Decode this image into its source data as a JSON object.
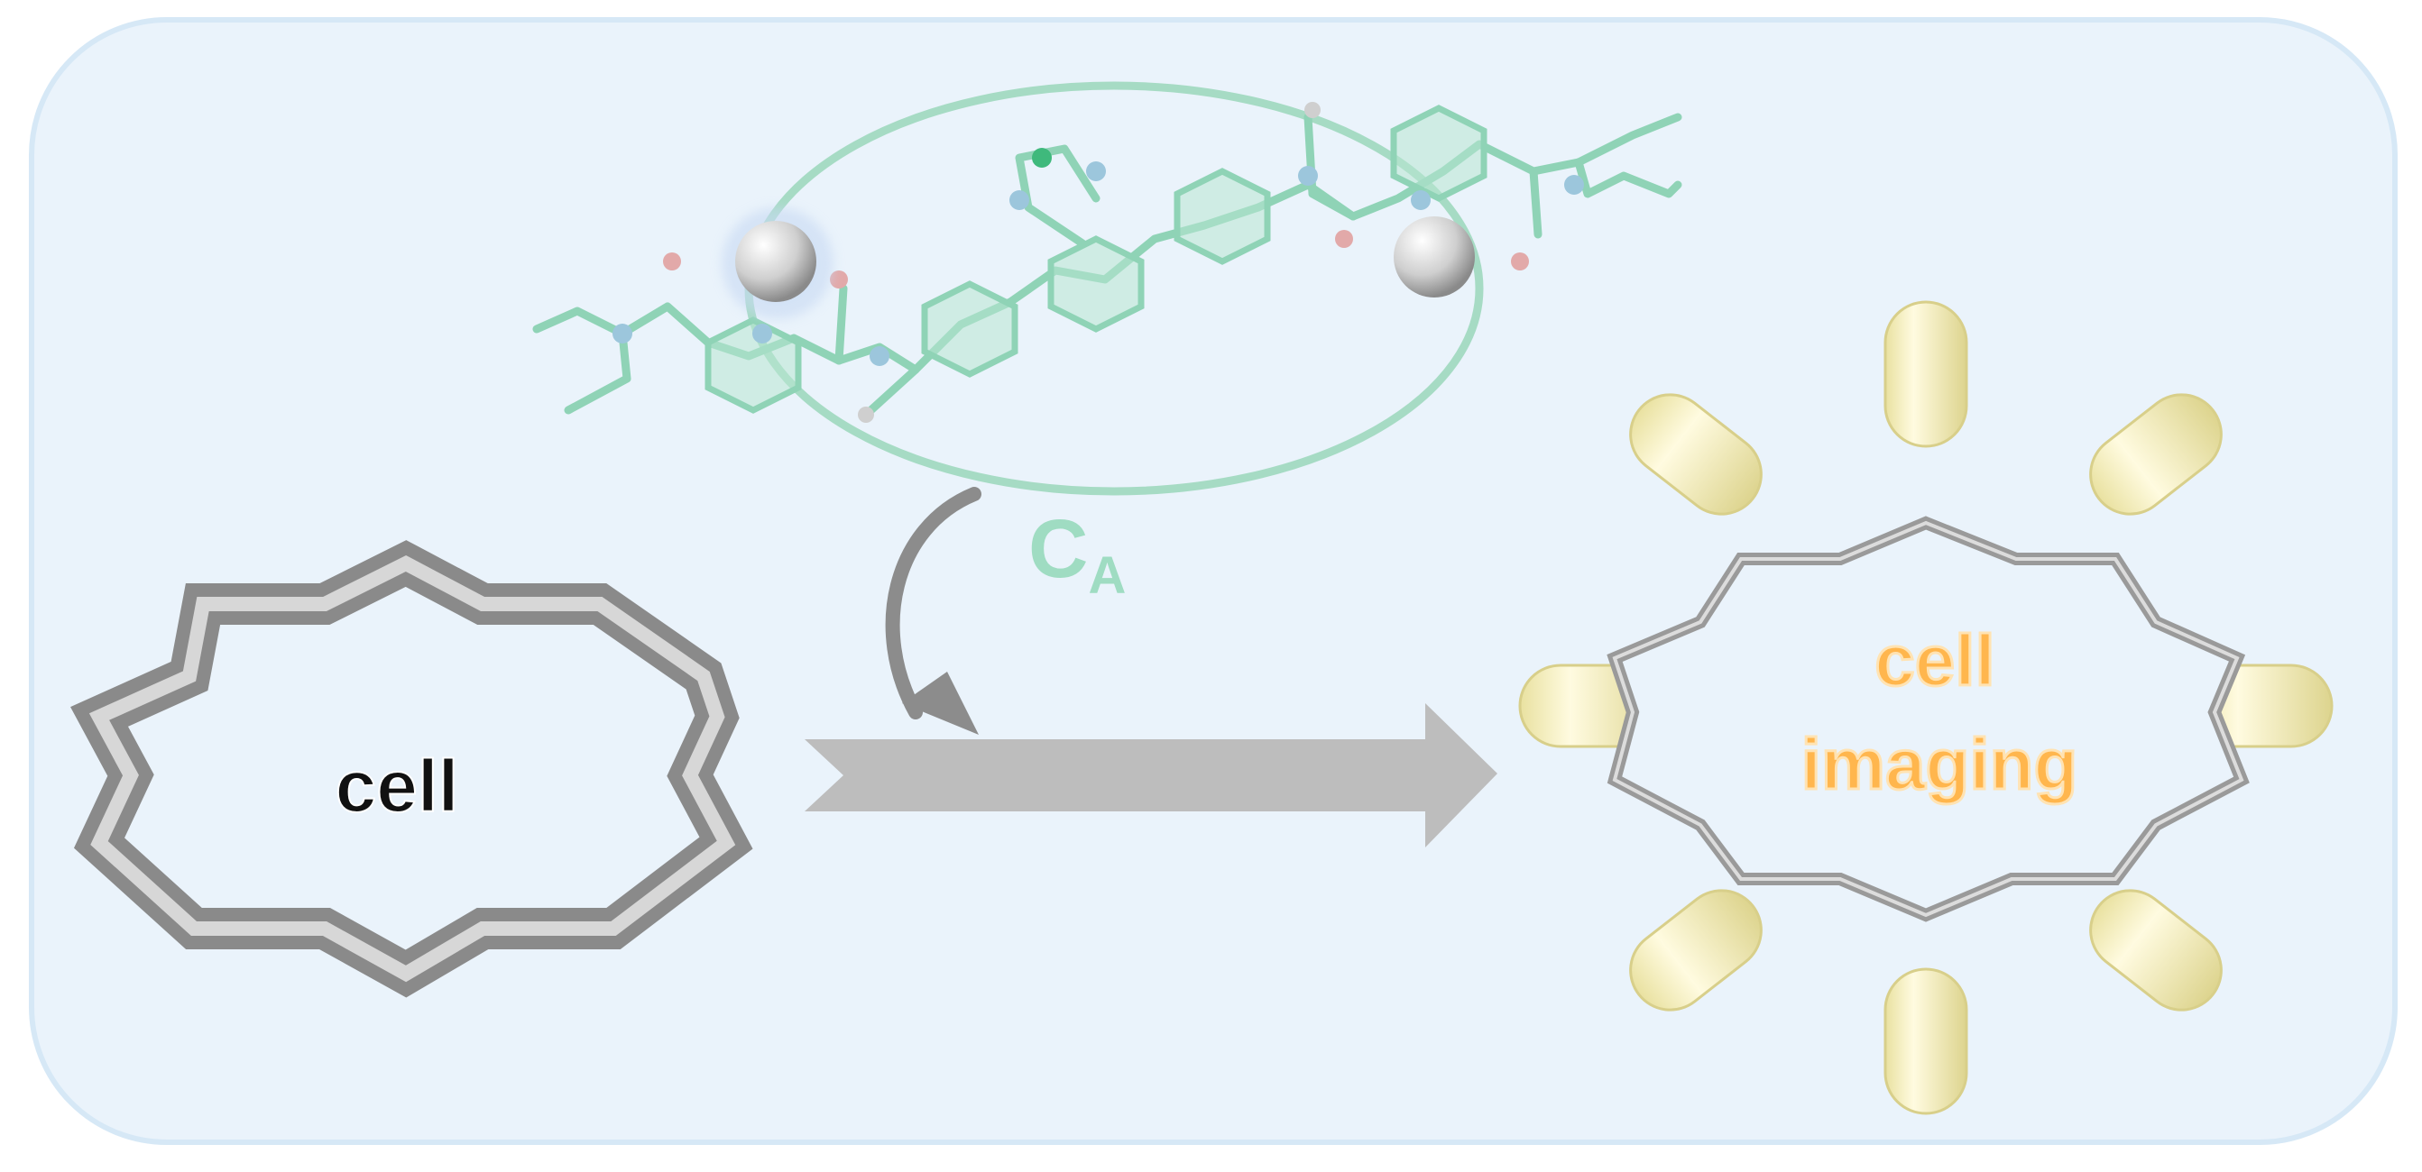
{
  "diagram": {
    "left_cell_label": "cell",
    "catalyst_label_main": "C",
    "catalyst_label_sub": "A",
    "imaging_label_line1": "cell",
    "imaging_label_line2": "imaging"
  },
  "colors": {
    "panel_background": "#eaf3fb",
    "panel_border": "#d6e8f6",
    "molecule_green": "#8fd3b6",
    "catalyst_label": "#9fdcc2",
    "membrane_gray": "#a5a5a5",
    "arrow_gray": "#bdbdbd",
    "glow_capsule": "#f4eeb3",
    "imaging_text": "#ffb64d"
  }
}
